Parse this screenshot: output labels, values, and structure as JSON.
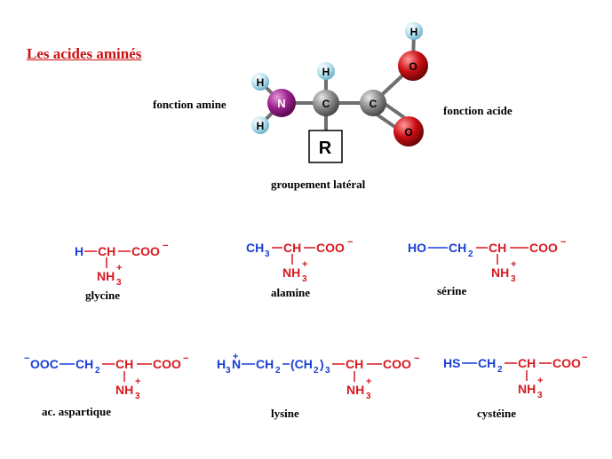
{
  "title": "Les acides aminés",
  "molecule": {
    "fonction_amine": "fonction amine",
    "fonction_acide": "fonction acide",
    "groupement_lateral": "groupement latéral",
    "atoms": {
      "N": "N",
      "C_alpha": "C",
      "C_acid": "C",
      "O_top": "O",
      "O_bottom": "O",
      "H_top": "H",
      "H_amine_top": "H",
      "H_amine_bottom": "H",
      "H_alpha": "H",
      "R": "R"
    }
  },
  "acids": {
    "glycine": {
      "name": "glycine",
      "f": {
        "H": "H",
        "CH": "CH",
        "COO": "COO",
        "COO_sup": "−",
        "NH": "NH",
        "NH_sub": "3",
        "NH_sup": "+"
      }
    },
    "alamine": {
      "name": "alamine",
      "f": {
        "CH3": "CH",
        "CH3_sub": "3",
        "CH": "CH",
        "COO": "COO",
        "COO_sup": "−",
        "NH": "NH",
        "NH_sub": "3",
        "NH_sup": "+"
      }
    },
    "serine": {
      "name": "sérine",
      "f": {
        "HO": "HO",
        "CH2": "CH",
        "CH2_sub": "2",
        "CH": "CH",
        "COO": "COO",
        "COO_sup": "−",
        "NH": "NH",
        "NH_sub": "3",
        "NH_sup": "+"
      }
    },
    "aspartique": {
      "name": "ac. aspartique",
      "f": {
        "OOC_sup": "−",
        "OOC": "OOC",
        "CH2": "CH",
        "CH2_sub": "2",
        "CH": "CH",
        "COO": "COO",
        "COO_sup": "−",
        "NH": "NH",
        "NH_sub": "3",
        "NH_sup": "+"
      }
    },
    "lysine": {
      "name": "lysine",
      "f": {
        "H3N_sup": "+",
        "H3N_a": "H",
        "H3N_sub": "3",
        "H3N_b": "N",
        "CH2": "CH",
        "CH2_sub": "2",
        "CH2n": "(CH",
        "CH2n_sub": "2",
        "CH2n_close": ")",
        "CH2n_sub2": "3",
        "CH": "CH",
        "COO": "COO",
        "COO_sup": "−",
        "NH": "NH",
        "NH_sub": "3",
        "NH_sup": "+"
      }
    },
    "cysteine": {
      "name": "cystéine",
      "f": {
        "HS": "HS",
        "CH2": "CH",
        "CH2_sub": "2",
        "CH": "CH",
        "COO": "COO",
        "COO_sup": "−",
        "NH": "NH",
        "NH_sub": "3",
        "NH_sup": "+"
      }
    }
  },
  "colors": {
    "title": "#cc1111",
    "blue": "#1a3fd6",
    "red": "#d71920",
    "nitrogen": "#9c1f8c",
    "carbon": "#8c8c8c",
    "oxygen": "#cc0f14",
    "hydrogen": "#9fd3e6"
  }
}
